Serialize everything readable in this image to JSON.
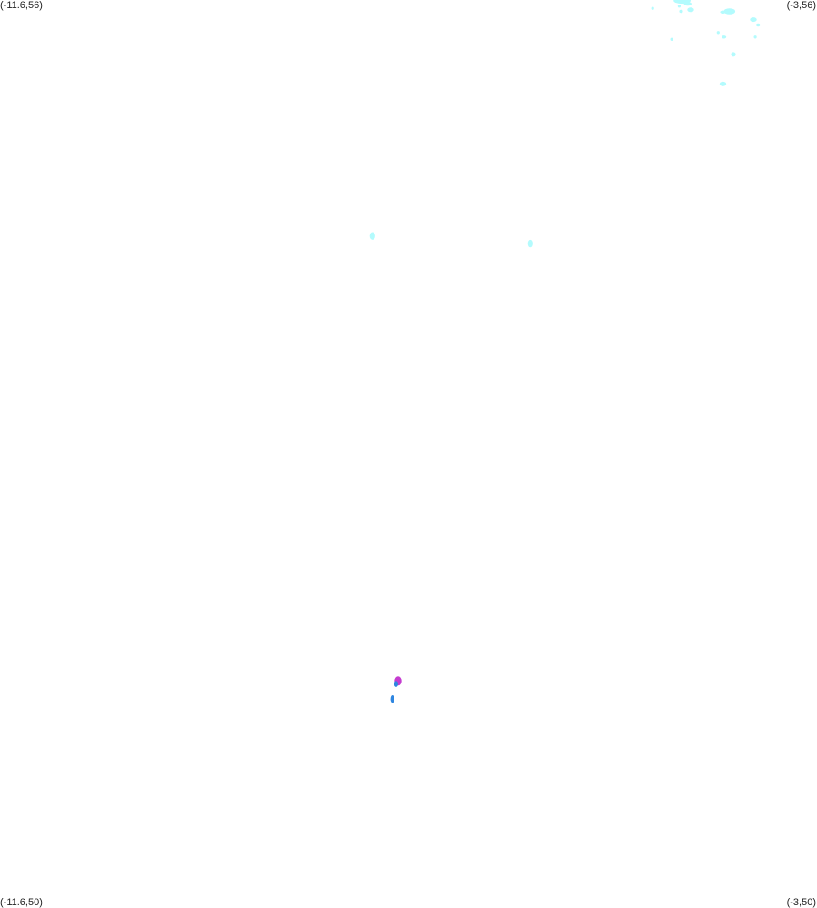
{
  "corners": {
    "top_left": "(-11.6,56)",
    "top_right": "(-3,56)",
    "bottom_left": "(-11.6,50)",
    "bottom_right": "(-3,50)"
  },
  "colors": {
    "cyan": "#b3fbfd",
    "magenta": "#c43ccf",
    "blue": "#2f86e0"
  },
  "chart_data": {
    "type": "scatter",
    "xlim": [
      -11.6,
      -3
    ],
    "ylim": [
      50,
      56
    ],
    "series": [
      {
        "color": "#b3fbfd",
        "points": [
          {
            "x": -4.42,
            "y": 55.995,
            "w": 0.18,
            "h": 0.04
          },
          {
            "x": -4.36,
            "y": 55.975,
            "w": 0.08,
            "h": 0.025
          },
          {
            "x": -4.33,
            "y": 55.935,
            "w": 0.07,
            "h": 0.03
          },
          {
            "x": -4.45,
            "y": 55.96,
            "w": 0.03,
            "h": 0.02
          },
          {
            "x": -4.43,
            "y": 55.925,
            "w": 0.04,
            "h": 0.02
          },
          {
            "x": -4.73,
            "y": 55.945,
            "w": 0.03,
            "h": 0.02
          },
          {
            "x": -3.92,
            "y": 55.925,
            "w": 0.12,
            "h": 0.04
          },
          {
            "x": -3.99,
            "y": 55.92,
            "w": 0.06,
            "h": 0.02
          },
          {
            "x": -3.67,
            "y": 55.87,
            "w": 0.07,
            "h": 0.03
          },
          {
            "x": -3.62,
            "y": 55.835,
            "w": 0.04,
            "h": 0.02
          },
          {
            "x": -4.04,
            "y": 55.785,
            "w": 0.03,
            "h": 0.02
          },
          {
            "x": -3.98,
            "y": 55.755,
            "w": 0.05,
            "h": 0.02
          },
          {
            "x": -3.65,
            "y": 55.755,
            "w": 0.03,
            "h": 0.02
          },
          {
            "x": -4.53,
            "y": 55.74,
            "w": 0.03,
            "h": 0.02
          },
          {
            "x": -3.88,
            "y": 55.64,
            "w": 0.05,
            "h": 0.03
          },
          {
            "x": -3.99,
            "y": 55.445,
            "w": 0.07,
            "h": 0.03
          },
          {
            "x": -7.68,
            "y": 54.44,
            "w": 0.06,
            "h": 0.05
          },
          {
            "x": -6.02,
            "y": 54.39,
            "w": 0.05,
            "h": 0.05
          }
        ]
      },
      {
        "color": "#c43ccf",
        "points": [
          {
            "x": -7.41,
            "y": 51.5,
            "w": 0.07,
            "h": 0.06
          }
        ]
      },
      {
        "color": "#2f86e0",
        "points": [
          {
            "x": -7.43,
            "y": 51.48,
            "w": 0.04,
            "h": 0.04
          },
          {
            "x": -7.47,
            "y": 51.38,
            "w": 0.04,
            "h": 0.05
          }
        ]
      }
    ]
  }
}
